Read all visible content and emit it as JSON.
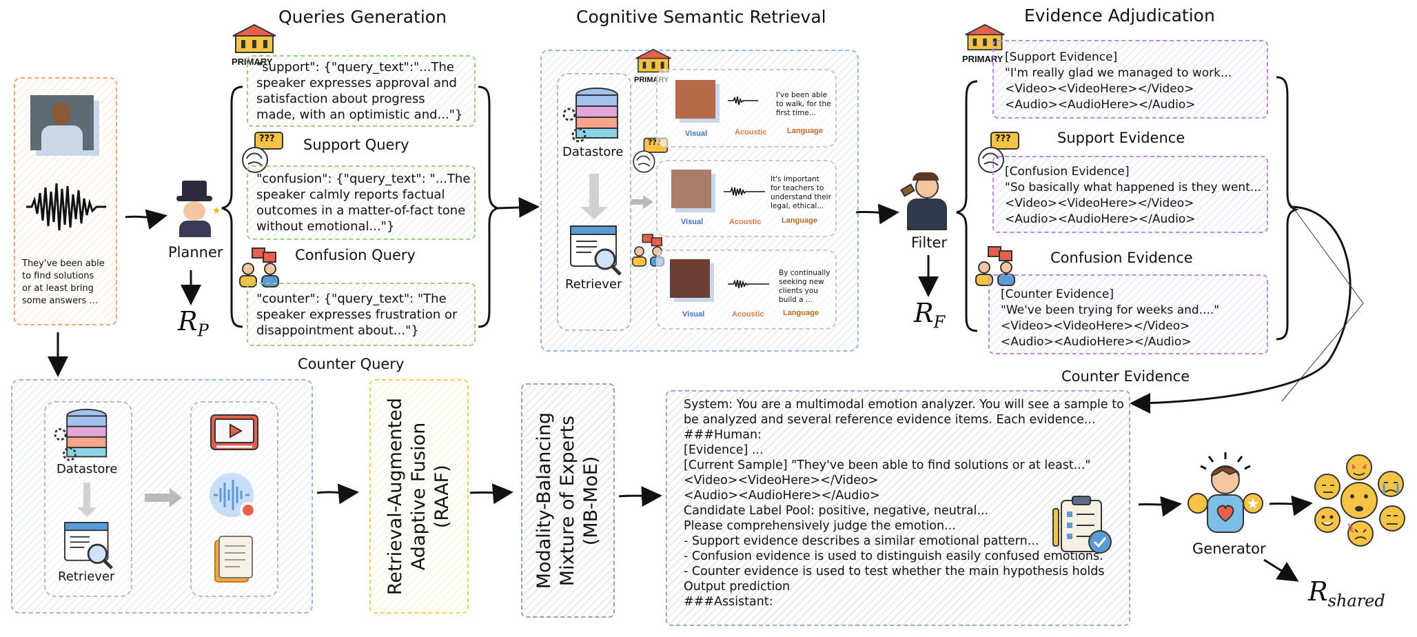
{
  "titles": {
    "queries_generation": "Queries Generation",
    "cognitive_semantic_retrieval": "Cognitive Semantic Retrieval",
    "evidence_adjudication": "Evidence Adjudication"
  },
  "input_sample": {
    "transcript": "They've been able\nto find solutions\nor at least bring\nsome answers ..."
  },
  "planner": {
    "label": "Planner",
    "output_symbol": "R",
    "output_subscript": "P"
  },
  "queries": {
    "primary_badge": "PRIMARY",
    "primary_text": "\"support\": {\"query_text\":\"...The\nspeaker expresses approval and\nsatisfaction about progress\nmade, with an optimistic and...\"}",
    "support_label": "Support Query",
    "support_text": "\"confusion\": {\"query_text\": \"...The\nspeaker calmly reports factual\noutcomes in a matter-of-fact tone\nwithout emotional...\"}",
    "confusion_label": "Confusion Query",
    "confusion_text": "\"counter\": {\"query_text\": \"The\nspeaker expresses frustration or\ndisappointment about...\"}",
    "counter_label": "Counter Query",
    "qmark": "???"
  },
  "retrieval": {
    "datastore_label": "Datastore",
    "retriever_label": "Retriever",
    "primary_badge": "PRIMARY",
    "cards": [
      {
        "text": "I've been able\nto walk, for the\nfirst time...",
        "visual": "Visual",
        "acoustic": "Acoustic",
        "language": "Language"
      },
      {
        "text": "It's important\nfor teachers to\nunderstand their\nlegal, ethical...",
        "visual": "Visual",
        "acoustic": "Acoustic",
        "language": "Language"
      },
      {
        "text": "By continually\nseeking new\nclients you\nbuild a ...",
        "visual": "Visual",
        "acoustic": "Acoustic",
        "language": "Language"
      }
    ],
    "qmark": "???"
  },
  "filter": {
    "label": "Filter",
    "output_symbol": "R",
    "output_subscript": "F"
  },
  "evidence": {
    "primary_badge": "PRIMARY",
    "primary_text": "[Support Evidence]\n\"I'm really glad we managed to work...\n<Video><VideoHere></Video>\n<Audio><AudioHere></Audio>",
    "support_label": "Support Evidence",
    "support_text": "[Confusion Evidence]\n\"So basically what happened is they went...\n<Video><VideoHere></Video>\n<Audio><AudioHere></Audio>",
    "confusion_label": "Confusion Evidence",
    "confusion_text": "[Counter Evidence]\n\"We've been trying for weeks and....\"\n<Video><VideoHere></Video>\n<Audio><AudioHere></Audio>",
    "counter_label": "Counter Evidence",
    "qmark": "???"
  },
  "lower_retrieval": {
    "datastore_label": "Datastore",
    "retriever_label": "Retriever"
  },
  "raaf": {
    "text": "Retrieval-Augmented\nAdaptive Fusion\n(RAAF)"
  },
  "mbmoe": {
    "text": "Modality-Balancing\nMixture of Experts\n(MB-MoE)"
  },
  "system_prompt": {
    "text": "System: You are a multimodal emotion analyzer. You will see a sample to\nbe analyzed and several reference evidence items. Each evidence...\n###Human:\n[Evidence] ...\n[Current Sample] \"They've been able to find solutions or at least...\"\n<Video><VideoHere></Video>\n<Audio><AudioHere></Audio>\nCandidate Label Pool: positive, negative, neutral...\nPlease comprehensively judge the emotion...\n- Support evidence describes a similar emotional pattern...\n- Confusion evidence is used to distinguish easily confused emotions.\n- Counter evidence is used to test whether the main hypothesis holds\nOutput prediction\n###Assistant:"
  },
  "generator": {
    "label": "Generator",
    "output_symbol": "R",
    "output_subscript": "shared"
  },
  "colors": {
    "orange": "#f2a66b",
    "green": "#9ccf7a",
    "blue": "#94b6e0",
    "purple": "#b98be0",
    "yellow": "#f5cf4a",
    "slate": "#8ea1c7"
  }
}
